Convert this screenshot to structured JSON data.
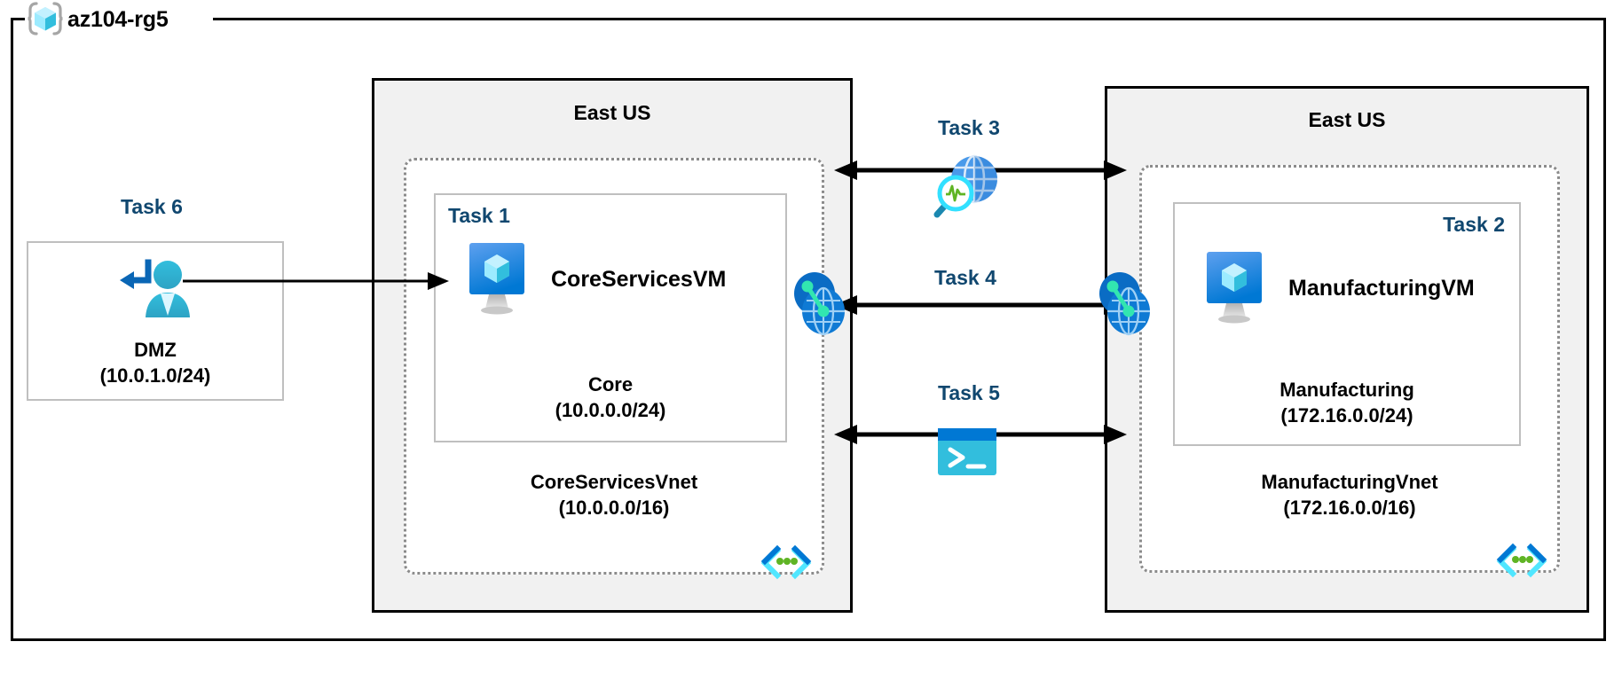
{
  "diagram": {
    "type": "azure-architecture",
    "resource_group": {
      "name": "az104-rg5",
      "icon": "resource-group-cube-icon"
    },
    "colors": {
      "task_label": "#10476f",
      "region_fill": "#f1f1f1",
      "region_border": "#000000",
      "vnet_border": "#8b8b8b",
      "subnet_border": "#bfbfbf",
      "azure_blue": "#0078d4",
      "azure_cyan": "#50e6ff",
      "peering_green": "#32e6b0",
      "pulse_green": "#5fb424"
    },
    "regions": [
      {
        "id": "left",
        "title": "East US"
      },
      {
        "id": "right",
        "title": "East US"
      }
    ],
    "vnets": [
      {
        "id": "core",
        "name": "CoreServicesVnet",
        "cidr": "(10.0.0.0/16)",
        "corner_icon": "vnet-brackets-icon"
      },
      {
        "id": "manufacturing",
        "name": "ManufacturingVnet",
        "cidr": "(172.16.0.0/16)",
        "corner_icon": "vnet-brackets-icon"
      }
    ],
    "subnets": [
      {
        "id": "core",
        "task": "Task 1",
        "vm_name": "CoreServicesVM",
        "vm_icon": "virtual-machine-icon",
        "name": "Core",
        "cidr": "(10.0.0.0/24)"
      },
      {
        "id": "manufacturing",
        "task": "Task 2",
        "vm_name": "ManufacturingVM",
        "vm_icon": "virtual-machine-icon",
        "name": "Manufacturing",
        "cidr": "(172.16.0.0/24)"
      }
    ],
    "dmz": {
      "task": "Task 6",
      "name": "DMZ",
      "cidr": "(10.0.1.0/24)",
      "icon": "user-route-icon"
    },
    "connections": [
      {
        "id": "task3",
        "task": "Task 3",
        "icon": "network-watcher-icon",
        "arrow": "double-headed"
      },
      {
        "id": "task4",
        "task": "Task 4",
        "icon": "vnet-peering-icon",
        "arrow": "double-headed"
      },
      {
        "id": "task5",
        "task": "Task 5",
        "icon": "cloud-shell-icon",
        "arrow": "double-headed"
      },
      {
        "id": "task6",
        "task": "Task 6",
        "icon": "single-arrow",
        "arrow": "single-headed"
      }
    ]
  }
}
